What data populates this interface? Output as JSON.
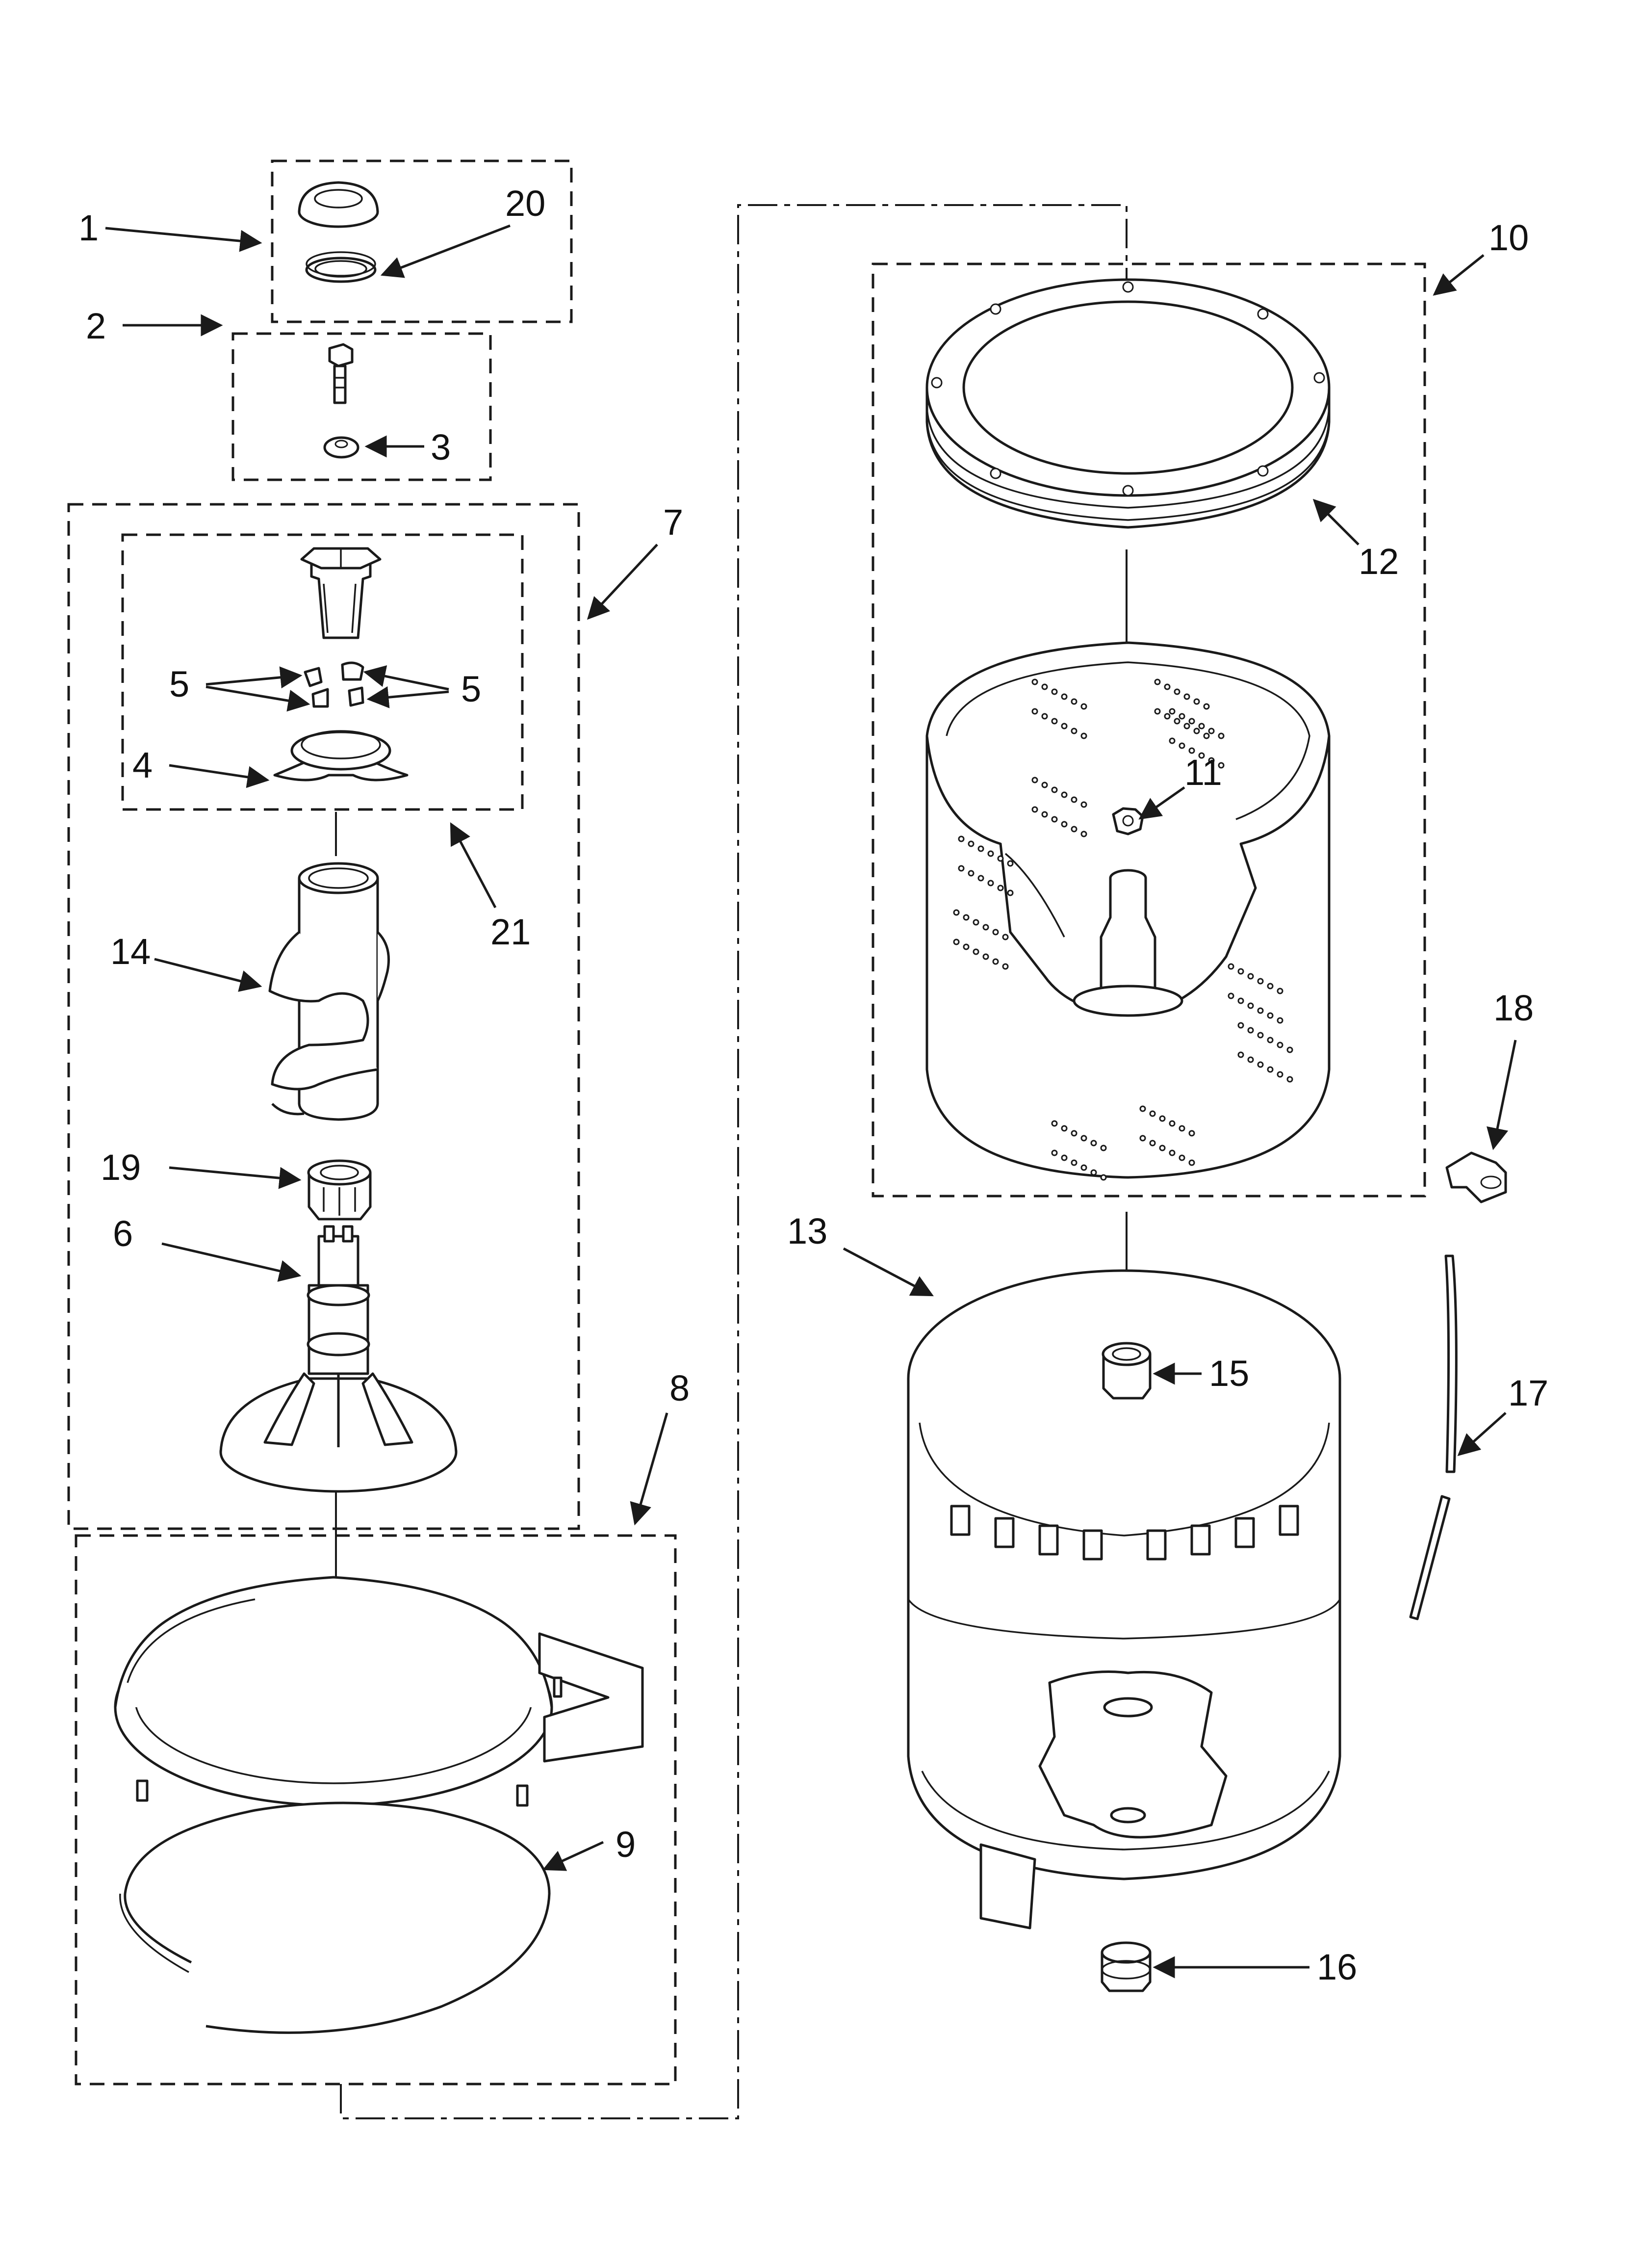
{
  "callouts": [
    {
      "id": "1",
      "label": "1"
    },
    {
      "id": "2",
      "label": "2"
    },
    {
      "id": "3",
      "label": "3"
    },
    {
      "id": "4",
      "label": "4"
    },
    {
      "id": "5a",
      "label": "5"
    },
    {
      "id": "5b",
      "label": "5"
    },
    {
      "id": "6",
      "label": "6"
    },
    {
      "id": "7",
      "label": "7"
    },
    {
      "id": "8",
      "label": "8"
    },
    {
      "id": "9",
      "label": "9"
    },
    {
      "id": "10",
      "label": "10"
    },
    {
      "id": "11",
      "label": "11"
    },
    {
      "id": "12",
      "label": "12"
    },
    {
      "id": "13",
      "label": "13"
    },
    {
      "id": "14",
      "label": "14"
    },
    {
      "id": "15",
      "label": "15"
    },
    {
      "id": "16",
      "label": "16"
    },
    {
      "id": "17",
      "label": "17"
    },
    {
      "id": "18",
      "label": "18"
    },
    {
      "id": "19",
      "label": "19"
    },
    {
      "id": "20",
      "label": "20"
    },
    {
      "id": "21",
      "label": "21"
    }
  ],
  "colors": {
    "line": "#1a1a1a",
    "background": "#ffffff"
  }
}
